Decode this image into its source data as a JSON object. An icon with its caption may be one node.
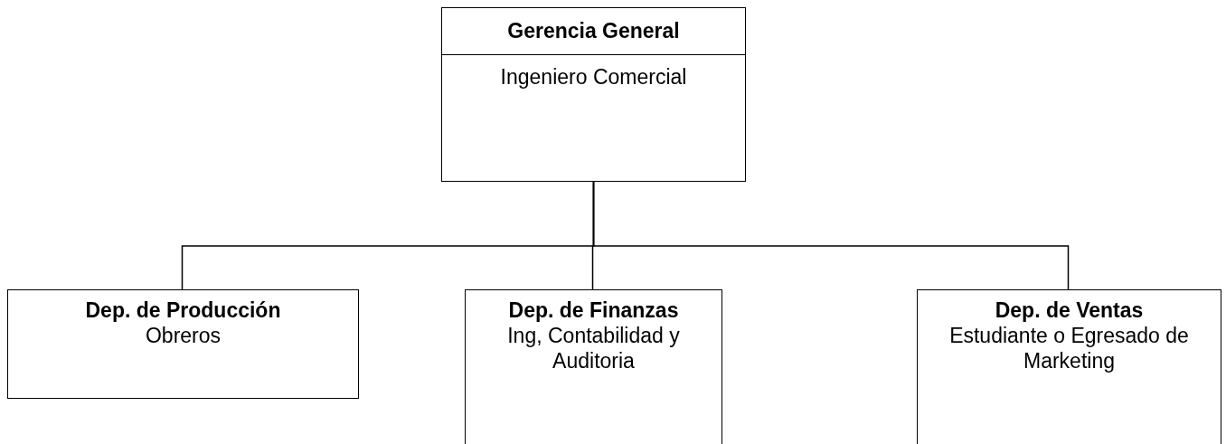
{
  "diagram": {
    "nodes": [
      {
        "text": [
          "Gerencia General",
          "Ingeniero Comercial"
        ]
      },
      {
        "text": [
          "Dep. de Producción",
          "Obreros"
        ]
      },
      {
        "text": [
          "Dep. de Finanzas",
          "Ing, Contabilidad y Auditoria"
        ]
      },
      {
        "text": [
          "Dep. de Ventas",
          "Estudiante o Egresado de Marketing"
        ]
      }
    ],
    "edges": [
      {
        "from": 0,
        "to": 1,
        "arrow": "none"
      },
      {
        "from": 0,
        "to": 2,
        "arrow": "none"
      },
      {
        "from": 0,
        "to": 3,
        "arrow": "none"
      }
    ]
  }
}
